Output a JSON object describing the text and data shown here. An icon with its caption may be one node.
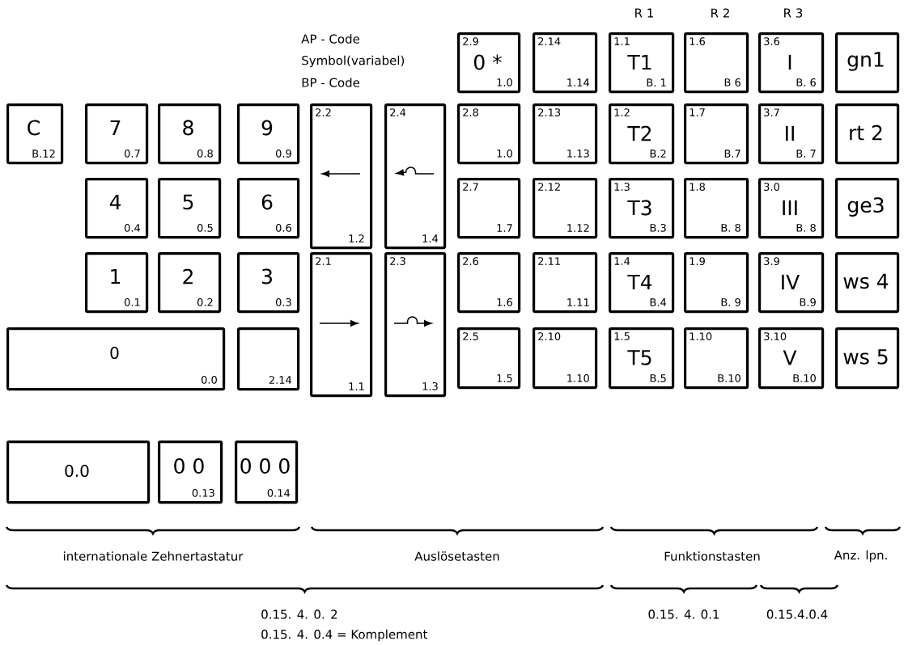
{
  "diagram": {
    "nodes": [
      {
        "text": [
          "2.9",
          "0 *",
          "1.0"
        ]
      },
      {
        "text": [
          "2.14",
          "1.14"
        ]
      },
      {
        "text": [
          "1.1",
          "T1",
          "B. 1"
        ]
      },
      {
        "text": [
          "1.6",
          "B 6"
        ]
      },
      {
        "text": [
          "3.6",
          "I",
          "B. 6"
        ]
      },
      {
        "text": [
          "gn1"
        ]
      },
      {
        "text": [
          "C",
          "B.12"
        ]
      },
      {
        "text": [
          "7",
          "0.7"
        ]
      },
      {
        "text": [
          "8",
          "0.8"
        ]
      },
      {
        "text": [
          "9",
          "0.9"
        ]
      },
      {
        "text": [
          "2.2",
          "1.2"
        ]
      },
      {
        "text": [
          "2.4",
          "1.4"
        ]
      },
      {
        "text": [
          "2.8",
          "1.0"
        ]
      },
      {
        "text": [
          "2.13",
          "1.13"
        ]
      },
      {
        "text": [
          "1.2",
          "T2",
          "B.2"
        ]
      },
      {
        "text": [
          "1.7",
          "B.7"
        ]
      },
      {
        "text": [
          "3.7",
          "II",
          "B. 7"
        ]
      },
      {
        "text": [
          "rt 2"
        ]
      },
      {
        "text": [
          "4",
          "0.4"
        ]
      },
      {
        "text": [
          "5",
          "0.5"
        ]
      },
      {
        "text": [
          "6",
          "0.6"
        ]
      },
      {
        "text": [
          "2.7",
          "1.7"
        ]
      },
      {
        "text": [
          "2.12",
          "1.12"
        ]
      },
      {
        "text": [
          "1.3",
          "T3",
          "B.3"
        ]
      },
      {
        "text": [
          "1.8",
          "B. 8"
        ]
      },
      {
        "text": [
          "3.0",
          "III",
          "B. 8"
        ]
      },
      {
        "text": [
          "ge3"
        ]
      },
      {
        "text": [
          "1",
          "0.1"
        ]
      },
      {
        "text": [
          "2",
          "0.2"
        ]
      },
      {
        "text": [
          "3",
          "0.3"
        ]
      },
      {
        "text": [
          "2.1",
          "1.1"
        ]
      },
      {
        "text": [
          "2.3",
          "1.3"
        ]
      },
      {
        "text": [
          "2.6",
          "1.6"
        ]
      },
      {
        "text": [
          "2.11",
          "1.11"
        ]
      },
      {
        "text": [
          "1.4",
          "T4",
          "B.4"
        ]
      },
      {
        "text": [
          "1.9",
          "B. 9"
        ]
      },
      {
        "text": [
          "3.9",
          "IV",
          "B.9"
        ]
      },
      {
        "text": [
          "ws 4"
        ]
      },
      {
        "text": [
          "0",
          "0.0"
        ]
      },
      {
        "text": [
          "2.14"
        ]
      },
      {
        "text": [
          "2.5",
          "1.5"
        ]
      },
      {
        "text": [
          "2.10",
          "1.10"
        ]
      },
      {
        "text": [
          "1.5",
          "T5",
          "B.5"
        ]
      },
      {
        "text": [
          "1.10",
          "B.10"
        ]
      },
      {
        "text": [
          "3.10",
          "V",
          "B.10"
        ]
      },
      {
        "text": [
          "ws 5"
        ]
      },
      {
        "text": [
          "0.0"
        ]
      },
      {
        "text": [
          "0 0",
          "0.13"
        ]
      },
      {
        "text": [
          "0 0 0",
          "0.14"
        ]
      }
    ],
    "labels": [
      "R 1",
      "R 2",
      "R 3",
      "AP - Code",
      "Symbol(variabel)",
      "BP - Code",
      "internationale Zehnertastatur",
      "Auslösetasten",
      "Funktionstasten",
      "Anz. lpn.",
      "0.15. 4. 0. 2",
      "0.15. 4. 0.4 = Komplement",
      "0.15. 4. 0.1",
      "0.15.4.0.4"
    ]
  }
}
